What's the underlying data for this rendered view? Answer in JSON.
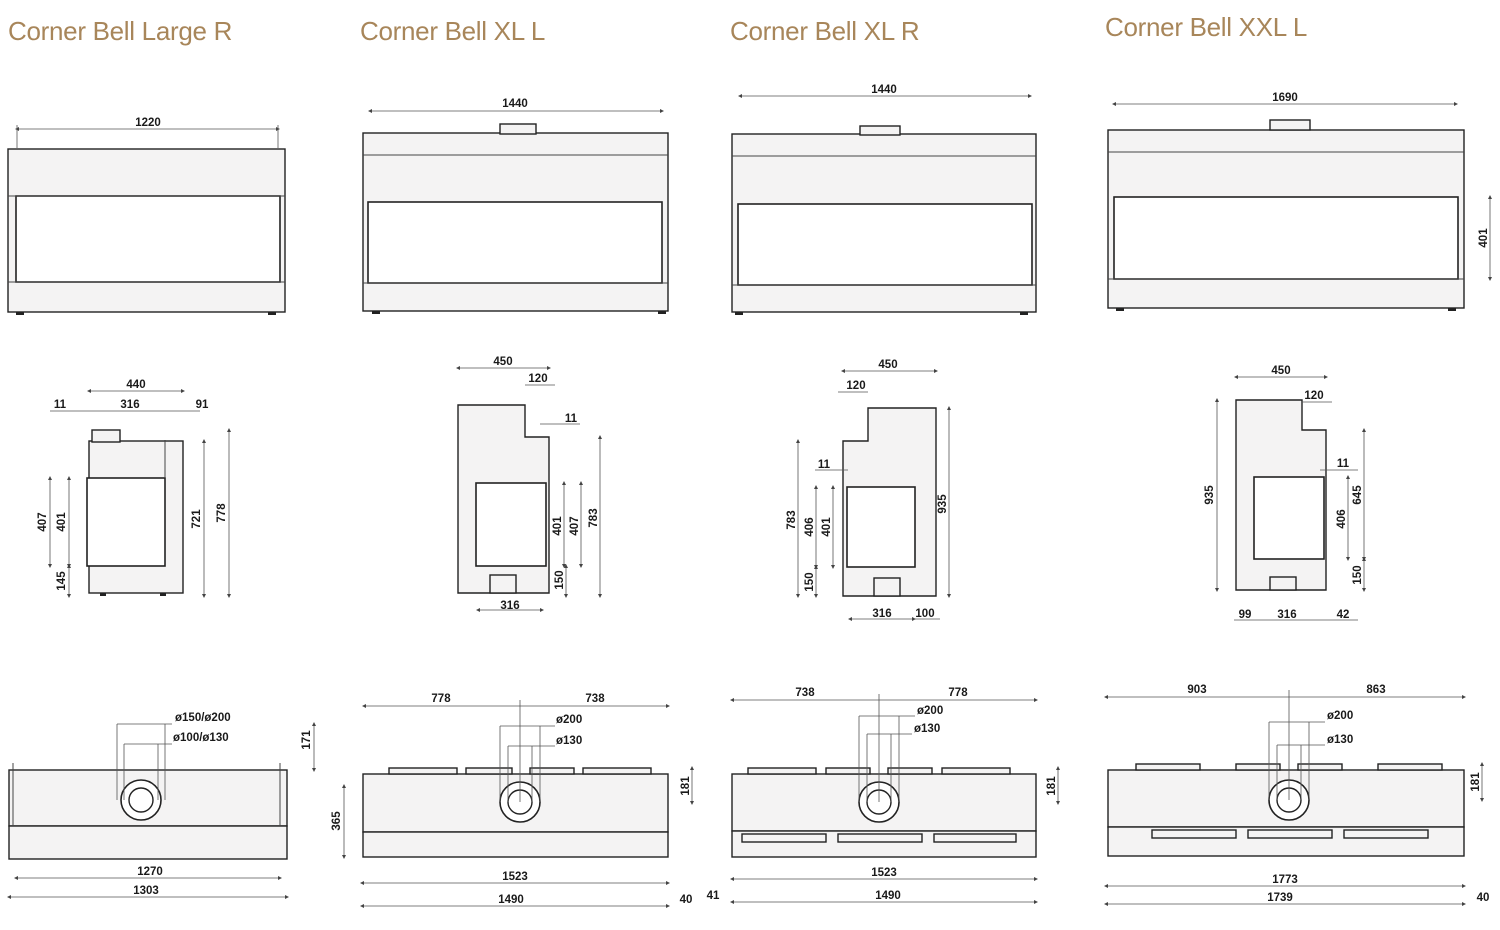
{
  "models": [
    {
      "title": "Corner Bell Large R",
      "front": {
        "width": "1220"
      },
      "side": {
        "depth": "440",
        "d11": "11",
        "d316": "316",
        "d91": "91",
        "h407": "407",
        "h401": "401",
        "h721": "721",
        "h778": "778",
        "h145": "145"
      },
      "top": {
        "flue_outer": "ø150/ø200",
        "flue_inner": "ø100/ø130",
        "h171": "171",
        "w1270": "1270",
        "w1303": "1303"
      }
    },
    {
      "title": "Corner Bell XL L",
      "front": {
        "width": "1440"
      },
      "side": {
        "depth": "450",
        "d120": "120",
        "d11": "11",
        "h401": "401",
        "h407": "407",
        "h783": "783",
        "h150": "150",
        "w316": "316"
      },
      "top": {
        "left": "778",
        "right": "738",
        "flue_outer": "ø200",
        "flue_inner": "ø130",
        "h181": "181",
        "h365": "365",
        "w1523": "1523",
        "w1490": "1490",
        "w40": "40"
      }
    },
    {
      "title": "Corner Bell XL R",
      "front": {
        "width": "1440"
      },
      "side": {
        "depth": "450",
        "d120": "120",
        "d11": "11",
        "h783": "783",
        "h406": "406",
        "h401": "401",
        "h150": "150",
        "h935": "935",
        "w316": "316",
        "w100": "100"
      },
      "top": {
        "left": "738",
        "right": "778",
        "flue_outer": "ø200",
        "flue_inner": "ø130",
        "h181": "181",
        "w41": "41",
        "w1523": "1523",
        "w1490": "1490"
      }
    },
    {
      "title": "Corner Bell XXL L",
      "front": {
        "width": "1690",
        "h401": "401"
      },
      "side": {
        "depth": "450",
        "d120": "120",
        "d11": "11",
        "h935": "935",
        "h645": "645",
        "h406": "406",
        "h150": "150",
        "w99": "99",
        "w316": "316",
        "w42": "42"
      },
      "top": {
        "left": "903",
        "right": "863",
        "flue_outer": "ø200",
        "flue_inner": "ø130",
        "h181": "181",
        "w1773": "1773",
        "w1739": "1739",
        "w40": "40"
      }
    }
  ]
}
